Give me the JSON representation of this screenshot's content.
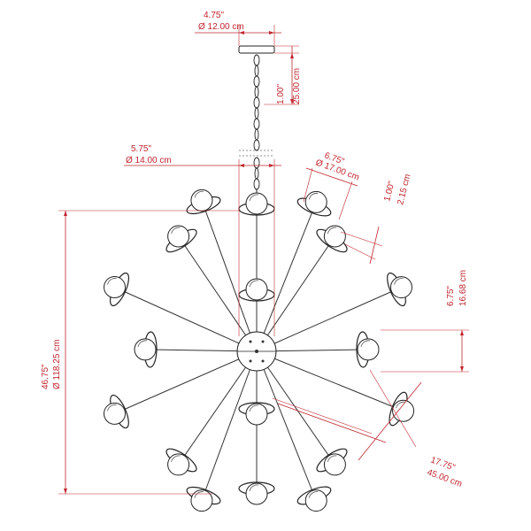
{
  "dimensions": {
    "canopy_in": "4.75\"",
    "canopy_cm": "Ø 12.00 cm",
    "chain_in": "1.00\"",
    "chain_cm": "25.00 cm",
    "body_in": "5.75\"",
    "body_cm": "Ø 14.00 cm",
    "shade_in": "6.75\"",
    "shade_cm": "Ø 17.00 cm",
    "shade_depth_in": "1.00\"",
    "shade_depth_cm": "2.15 cm",
    "height_in": "46.75\"",
    "height_cm": "Ø 118.25 cm",
    "globe_in": "6.75\"",
    "globe_cm": "16.68 cm",
    "spread_in": "17.75\"",
    "spread_cm": "45.00 cm"
  },
  "colors": {
    "dimension": "#c0262e",
    "linework": "#222222"
  }
}
